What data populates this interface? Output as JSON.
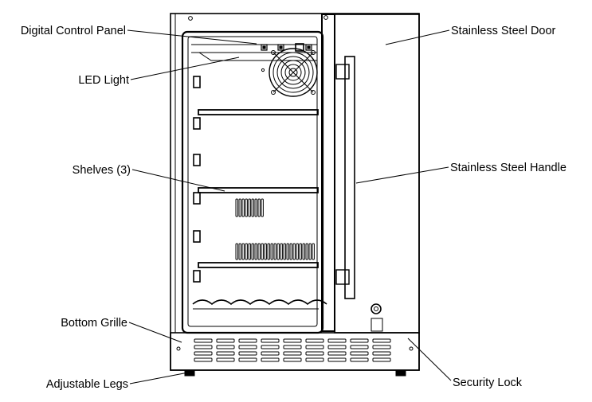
{
  "labels": {
    "control_panel": "Digital Control Panel",
    "led_light": "LED Light",
    "shelves": "Shelves (3)",
    "bottom_grille": "Bottom Grille",
    "adjustable_legs": "Adjustable Legs",
    "door": "Stainless Steel Door",
    "handle": "Stainless Steel Handle",
    "security_lock": "Security Lock"
  },
  "colors": {
    "line": "#000000",
    "background": "#ffffff"
  },
  "icons": [
    "fan-icon",
    "control-button-icon",
    "lock-icon"
  ]
}
